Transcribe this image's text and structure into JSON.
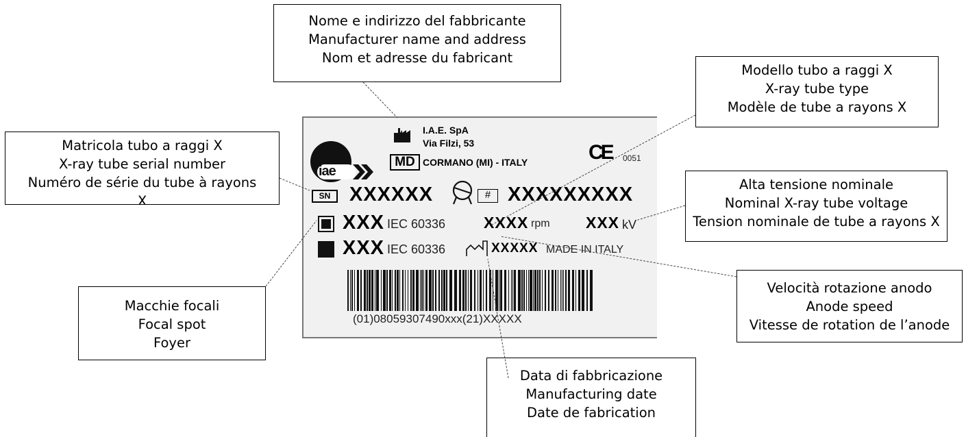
{
  "callouts": {
    "manufacturer": {
      "line1": "Nome e indirizzo del fabbricante",
      "line2": "Manufacturer name and address",
      "line3": "Nom et adresse du fabricant"
    },
    "tube_type": {
      "line1": "Modello tubo a raggi X",
      "line2": "X-ray tube type",
      "line3": "Modèle de tube a rayons X"
    },
    "serial_number": {
      "line1": "Matricola tubo a raggi X",
      "line2": "X-ray tube serial number",
      "line3": "Numéro de série du tube à rayons",
      "line4": "X"
    },
    "voltage": {
      "line1": "Alta tensione nominale",
      "line2": "Nominal X-ray tube voltage",
      "line3": "Tension nominale de tube a rayons X"
    },
    "focal_spot": {
      "line1": "Macchie focali",
      "line2": "Focal spot",
      "line3": "Foyer"
    },
    "anode_speed": {
      "line1": "Velocità rotazione anodo",
      "line2": "Anode speed",
      "line3": "Vitesse de rotation de l’anode"
    },
    "manufacturing_date": {
      "line1": "Data di fabbricazione",
      "line2": "Manufacturing date",
      "line3": "Date de fabrication"
    }
  },
  "label": {
    "logo_text": "iae",
    "manufacturer_line1": "I.A.E. SpA",
    "manufacturer_line2": "Via Filzi, 53",
    "manufacturer_line3": "CORMANO (MI) - ITALY",
    "md_tag": "MD",
    "ce_mark": "CE",
    "ce_number": "0051",
    "sn_tag": "SN",
    "serial_value": "XXXXXX",
    "hash_tag": "#",
    "model_value": "XXXXXXXXX",
    "focal1_value": "XXX",
    "focal1_standard": "IEC 60336",
    "speed_value": "XXXX",
    "speed_unit": "rpm",
    "voltage_value": "XXX",
    "voltage_unit": "kV",
    "focal2_value": "XXX",
    "focal2_standard": "IEC 60336",
    "date_value": "XXXXX",
    "origin": "MADE IN ITALY",
    "barcode_text": "(01)08059307490xxx(21)XXXXX"
  }
}
